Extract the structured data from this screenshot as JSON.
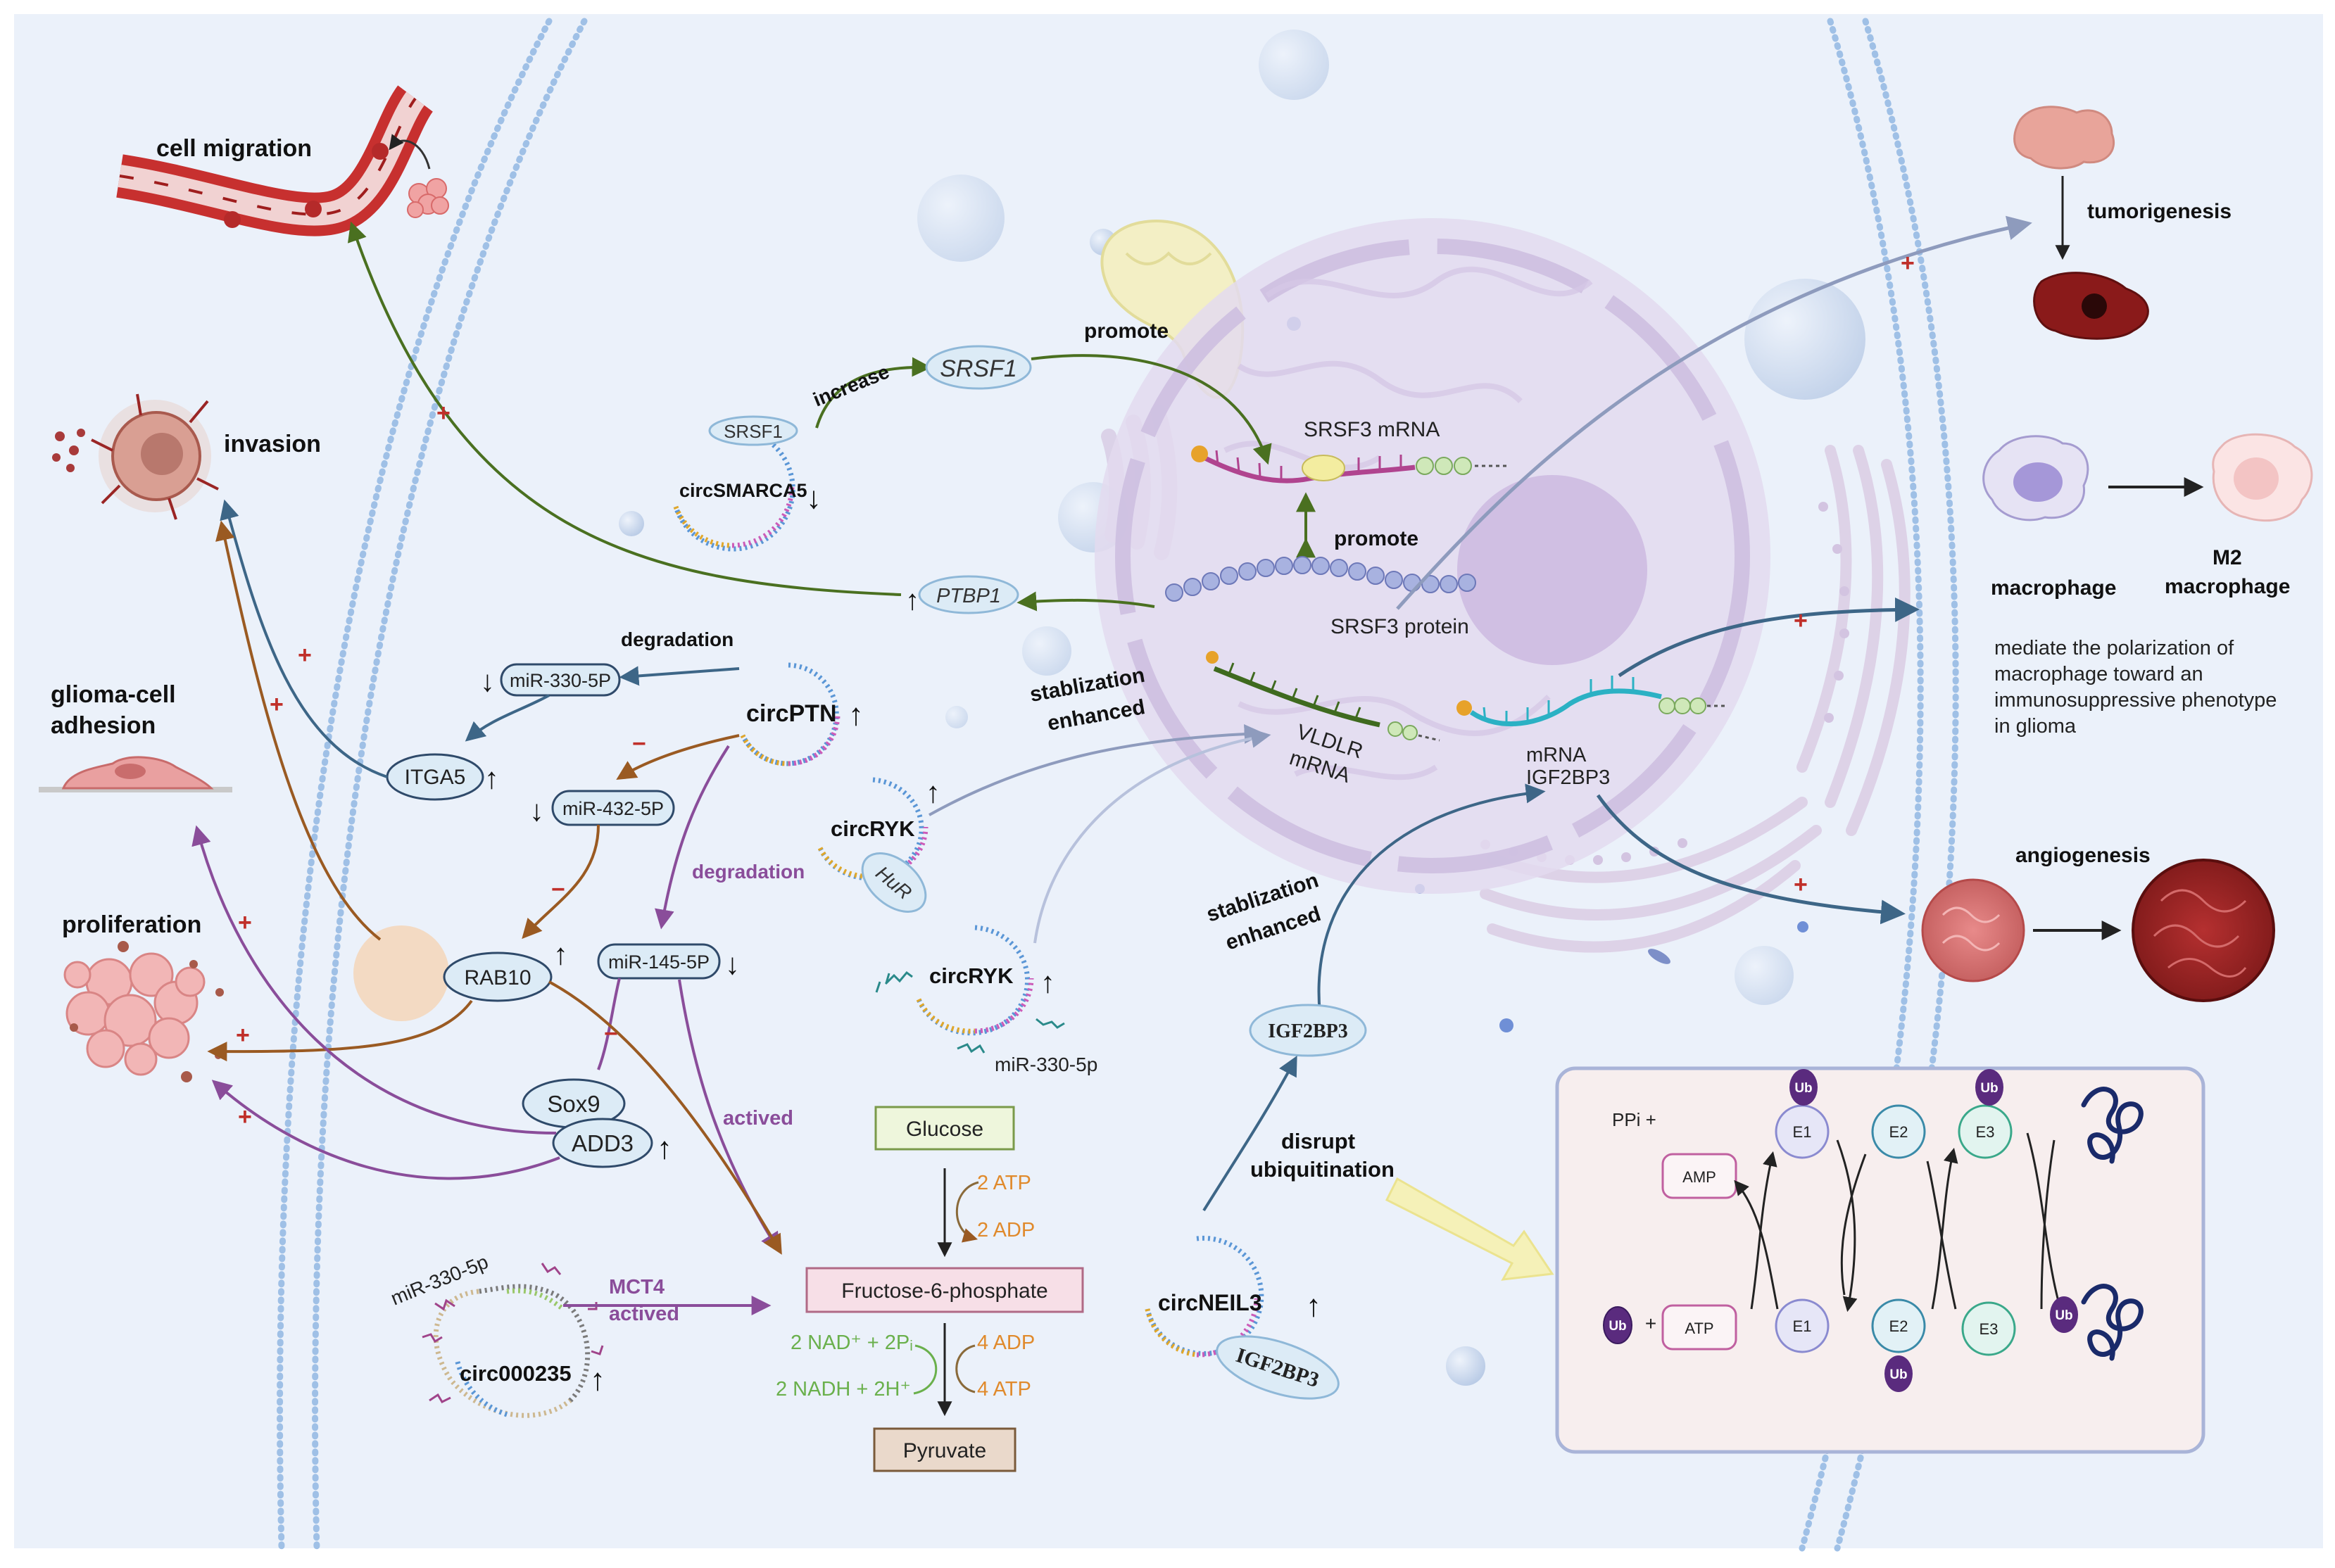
{
  "labels": {
    "cell_migration": "cell migration",
    "invasion": "invasion",
    "glioma_adhesion_1": "glioma-cell",
    "glioma_adhesion_2": "adhesion",
    "proliferation": "proliferation",
    "tumorigenesis": "tumorigenesis",
    "macrophage": "macrophage",
    "m2_macrophage_1": "M2",
    "m2_macrophage_2": "macrophage",
    "polarization_1": "mediate the polarization of",
    "polarization_2": "macrophage toward an",
    "polarization_3": "immunosuppressive phenotype",
    "polarization_4": "in glioma",
    "angiogenesis": "angiogenesis"
  },
  "circsmarca5": {
    "name": "circSMARCA5",
    "bound": "SRSF1",
    "increase": "increase",
    "srsf1": "SRSF1",
    "promote": "promote",
    "srsf3_mrna": "SRSF3 mRNA",
    "promote2": "promote",
    "srsf3_protein": "SRSF3 protein",
    "ptbp1": "PTBP1"
  },
  "circptn": {
    "name": "circPTN",
    "degradation1": "degradation",
    "mir330": "miR-330-5P",
    "itga5": "ITGA5",
    "mir432": "miR-432-5P",
    "rab10": "RAB10",
    "degradation2": "degradation",
    "mir145": "miR-145-5P",
    "actived": "actived",
    "sox9": "Sox9",
    "add3": "ADD3"
  },
  "circryk": {
    "name1": "circRYK",
    "hur": "HuR",
    "name2": "circRYK",
    "mir330": "miR-330-5p",
    "stab1": "stablization",
    "stab2": "enhanced",
    "vldlr1": "VLDLR",
    "vldlr2": "mRNA"
  },
  "igf2bp3": {
    "mrna1": "mRNA",
    "mrna2": "IGF2BP3",
    "stab1": "stablization",
    "stab2": "enhanced",
    "protein": "IGF2BP3",
    "disrupt1": "disrupt",
    "disrupt2": "ubiquitination",
    "circneil3": "circNEIL3",
    "bound": "IGF2BP3"
  },
  "glycolysis": {
    "glucose": "Glucose",
    "atp2": "2 ATP",
    "adp2": "2 ADP",
    "f6p": "Fructose-6-phosphate",
    "nad": "2 NAD⁺ + 2Pᵢ",
    "nadh": "2 NADH + 2H⁺",
    "adp4": "4 ADP",
    "atp4": "4 ATP",
    "pyruvate": "Pyruvate",
    "mct4_1": "MCT4",
    "mct4_2": "actived",
    "circ000235": "circ000235",
    "mir": "miR-330-5p"
  },
  "ubiquitination": {
    "ppi": "PPi +",
    "amp": "AMP",
    "atp": "ATP",
    "plus": "+",
    "ub": "Ub",
    "e1": "E1",
    "e2": "E2",
    "e3": "E3"
  },
  "signs": {
    "plus": "+",
    "minus": "−",
    "up": "↑",
    "down": "↓"
  },
  "colors": {
    "background": "#ebf1fa",
    "green_arrow": "#4a7020",
    "navy_arrow": "#3d6687",
    "brown_arrow": "#9a5a22",
    "purple_arrow": "#8a4d9a",
    "gray_blue_arrow": "#8e9bbd",
    "red_sign": "#c0302a",
    "pill_fill": "#dcebf6",
    "pill_stroke": "#2f4a6a",
    "glucose_fill": "#eef6dc",
    "f6p_fill": "#f7dfe7",
    "pyruvate_fill": "#ead9cb",
    "orange": "#e08a2c",
    "green_text": "#6ab04c",
    "ub_purple": "#5a2b7e"
  }
}
